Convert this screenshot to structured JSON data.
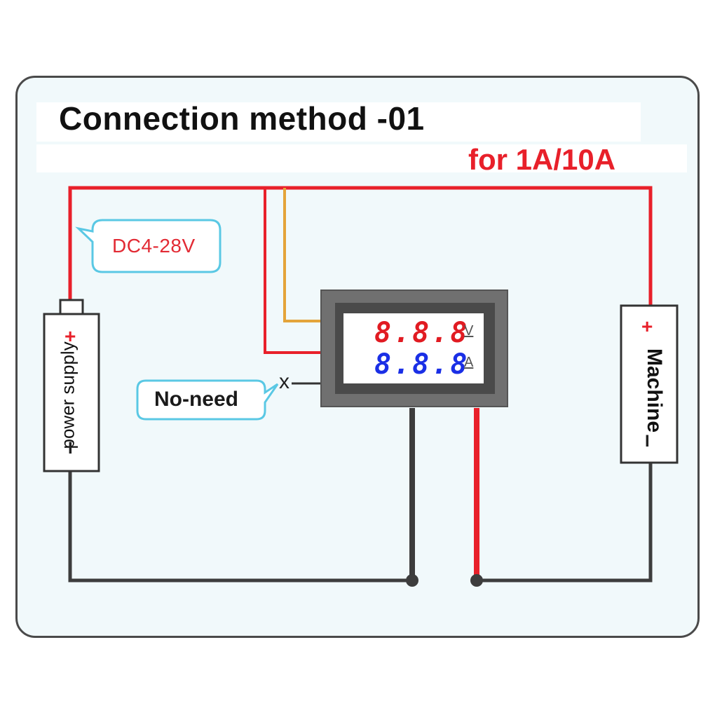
{
  "title": "Connection method -01",
  "subtitle": "for 1A/10A",
  "callouts": {
    "voltage_range": "DC4-28V",
    "no_need": "No-need",
    "no_connect_mark": "x"
  },
  "power_supply": {
    "label": "power supply",
    "positive": "+",
    "negative": "I"
  },
  "machine": {
    "label": "Machine",
    "positive": "+",
    "negative": "I"
  },
  "meter": {
    "voltage_digits": "8.8.8",
    "current_digits": "8.8.8",
    "voltage_unit": "V",
    "current_unit": "A"
  },
  "colors": {
    "positive_wire": "#e8202a",
    "negative_wire": "#3d3d3d",
    "signal_wire": "#e4a43a",
    "callout_border": "#5ac8e4",
    "voltage_digits": "#e11b22",
    "current_digits": "#1a2fe6"
  }
}
